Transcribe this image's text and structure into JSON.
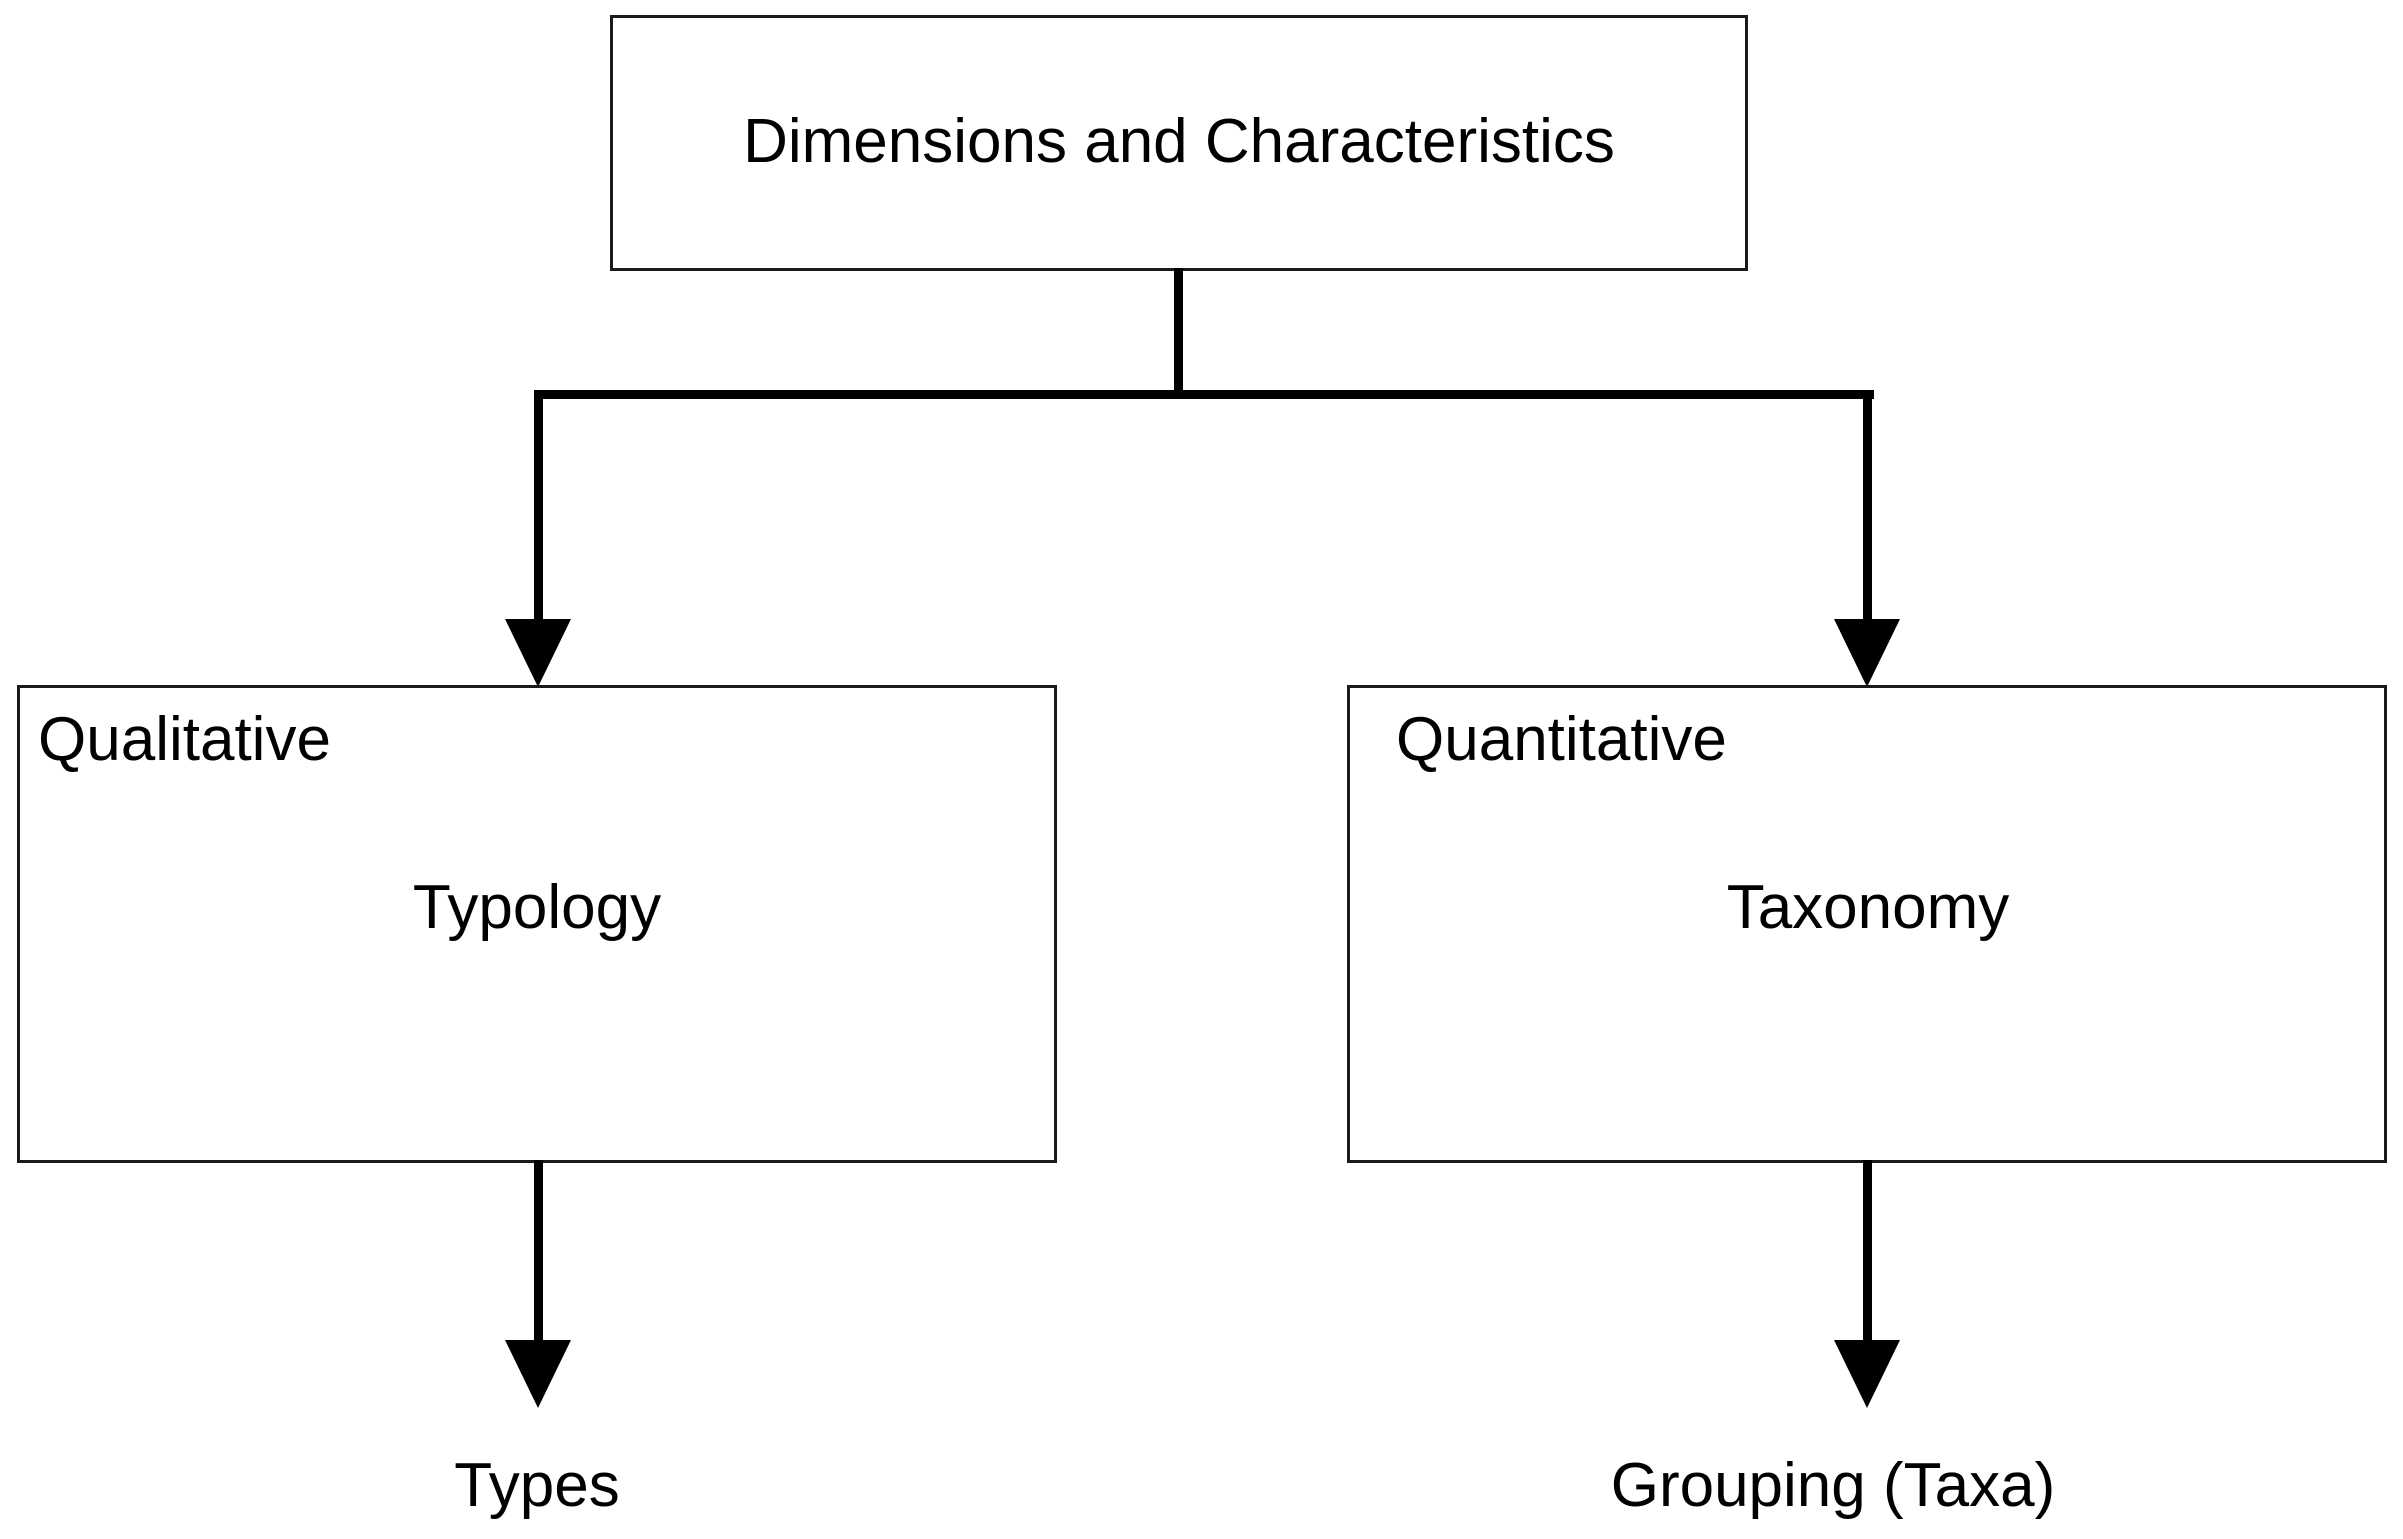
{
  "diagram": {
    "title": "Dimensions and Characteristics",
    "root_node": {
      "label": "Dimensions and Characteristics"
    },
    "branches": [
      {
        "corner_label": "Qualitative",
        "center_label": "Typology",
        "terminal_label": "Types"
      },
      {
        "corner_label": "Quantitative",
        "center_label": "Taxonomy",
        "terminal_label": "Grouping (Taxa)"
      }
    ],
    "colors": {
      "background": "#ffffff",
      "box_border": "#1a1a1a",
      "connector": "#000000",
      "text": "#000000"
    }
  }
}
